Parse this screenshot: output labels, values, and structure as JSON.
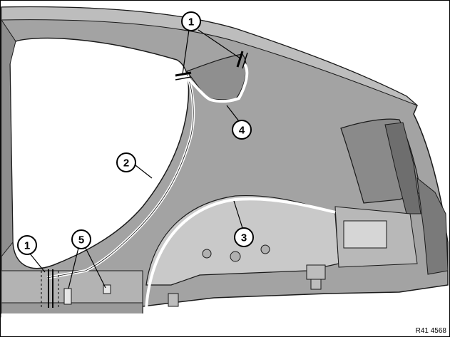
{
  "diagram": {
    "type": "technical-illustration",
    "subject": "vehicle rear side panel with section cut lines",
    "reference_code": "R41 4568",
    "callouts": [
      {
        "id": "c1a",
        "label": "1"
      },
      {
        "id": "c1b",
        "label": "1"
      },
      {
        "id": "c2",
        "label": "2"
      },
      {
        "id": "c3",
        "label": "3"
      },
      {
        "id": "c4",
        "label": "4"
      },
      {
        "id": "c5",
        "label": "5"
      }
    ],
    "colors": {
      "panel": "#a6a6a6",
      "panel_dark": "#7d7d7d",
      "panel_light": "#c4c4c4",
      "outline": "#1a1a1a",
      "seam": "#ffffff",
      "background": "#ffffff"
    }
  }
}
